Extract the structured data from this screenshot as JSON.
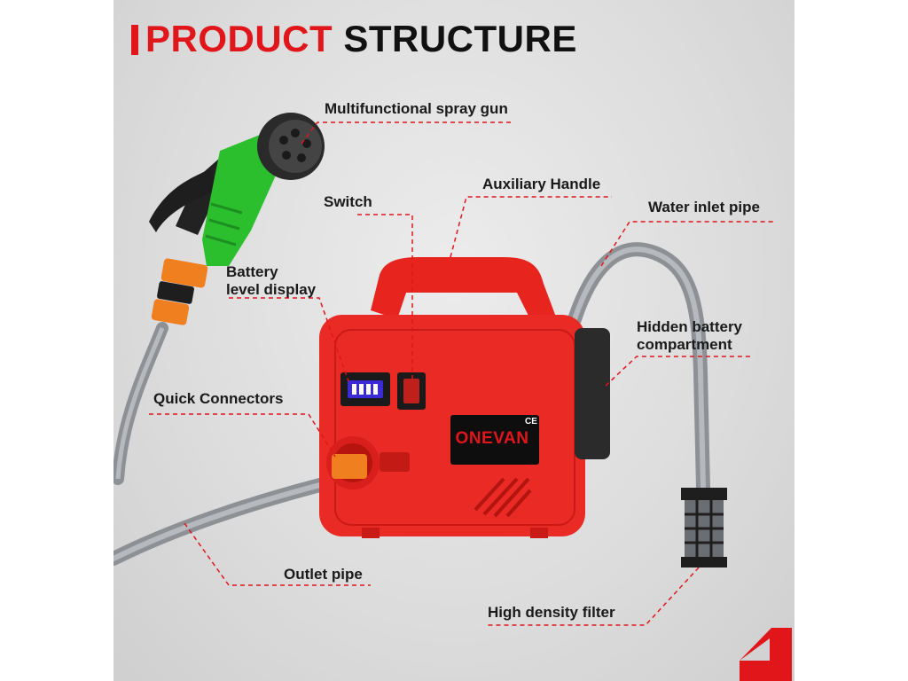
{
  "title": {
    "word1": "PRODUCT",
    "word2": "STRUCTURE"
  },
  "colors": {
    "accent": "#e0161b",
    "pump_body": "#ea2a24",
    "display_blue": "#3a2bd6"
  },
  "brand": {
    "logo_text": "ONEVAN",
    "ce_mark": "CE"
  },
  "labels": {
    "spray_gun": "Multifunctional spray gun",
    "switch": "Switch",
    "auxiliary_handle": "Auxiliary Handle",
    "water_inlet_pipe": "Water inlet pipe",
    "battery_display_line1": "Battery",
    "battery_display_line2": "level display",
    "hidden_battery_line1": "Hidden battery",
    "hidden_battery_line2": "compartment",
    "quick_connectors": "Quick Connectors",
    "outlet_pipe": "Outlet pipe",
    "filter": "High density filter"
  },
  "icons": {
    "corner": "corner-chevron-icon",
    "battery": "battery-bars-icon"
  }
}
